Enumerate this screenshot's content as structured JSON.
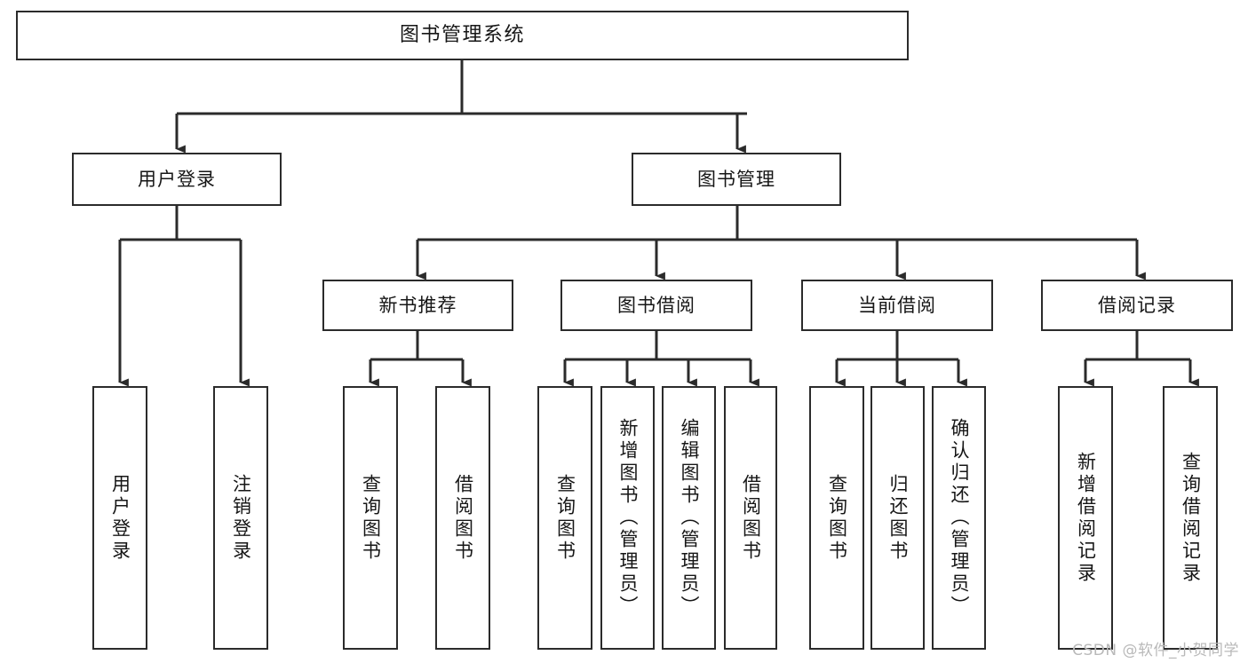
{
  "diagram": {
    "title": "图书管理系统",
    "type": "tree-hierarchy",
    "watermark": "CSDN @软件_小贺同学",
    "colors": {
      "node_border": "#2b2b2b",
      "node_fill": "#ffffff",
      "connector": "#2b2b2b",
      "text": "#161616",
      "watermark": "#b9b9b9"
    }
  },
  "nodes": {
    "root": {
      "label": "图书管理系统"
    },
    "level2": [
      {
        "label": "用户登录"
      },
      {
        "label": "图书管理"
      }
    ],
    "level3": [
      {
        "label": "新书推荐"
      },
      {
        "label": "图书借阅"
      },
      {
        "label": "当前借阅"
      },
      {
        "label": "借阅记录"
      }
    ],
    "leaves": {
      "user_login": [
        {
          "label": "用户登录"
        },
        {
          "label": "注销登录"
        }
      ],
      "new_book_rec": [
        {
          "label": "查询图书"
        },
        {
          "label": "借阅图书"
        }
      ],
      "book_borrow": [
        {
          "label": "查询图书"
        },
        {
          "label": "新增图书（管理员）"
        },
        {
          "label": "编辑图书（管理员）"
        },
        {
          "label": "借阅图书"
        }
      ],
      "current_borrow": [
        {
          "label": "查询图书"
        },
        {
          "label": "归还图书"
        },
        {
          "label": "确认归还（管理员）"
        }
      ],
      "borrow_record": [
        {
          "label": "新增借阅记录"
        },
        {
          "label": "查询借阅记录"
        }
      ]
    }
  }
}
